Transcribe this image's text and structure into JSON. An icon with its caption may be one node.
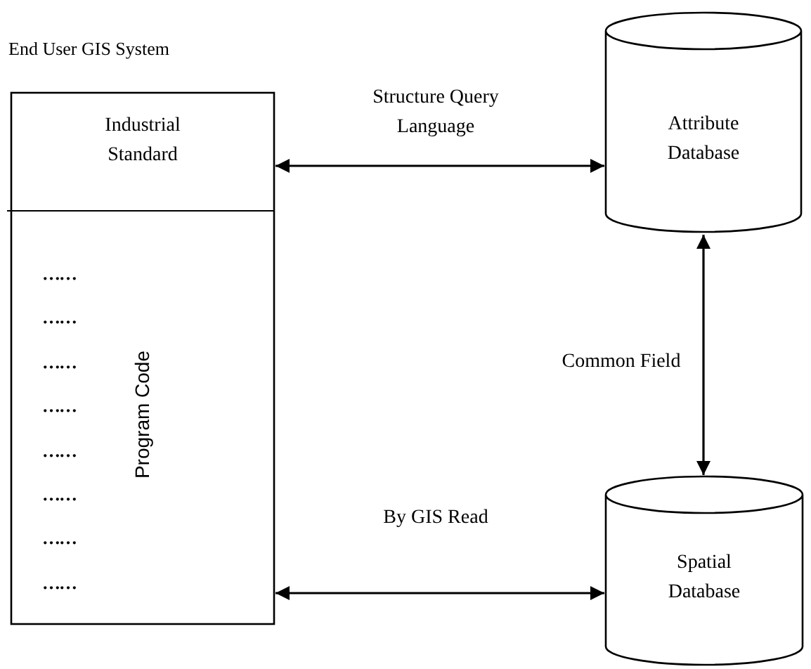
{
  "diagram": {
    "nodes": [
      {
        "text": [
          "End User GIS System"
        ]
      },
      {
        "text": [
          "Industrial Standard"
        ],
        "in": 0
      },
      {
        "text": [
          "Program Code",
          "……",
          "……",
          "……",
          "……",
          "……",
          "……",
          "……",
          "……"
        ],
        "in": 0
      },
      {
        "text": [
          "Attribute Database"
        ]
      },
      {
        "text": [
          "Spatial Database"
        ]
      }
    ],
    "edges": [
      {
        "from": 1,
        "to": 3,
        "arrow": "both",
        "label": "Structure Query Language"
      },
      {
        "from": 3,
        "to": 4,
        "arrow": "both",
        "label": "Common Field"
      },
      {
        "from": 2,
        "to": 4,
        "arrow": "both",
        "label": "By GIS Read"
      }
    ]
  }
}
